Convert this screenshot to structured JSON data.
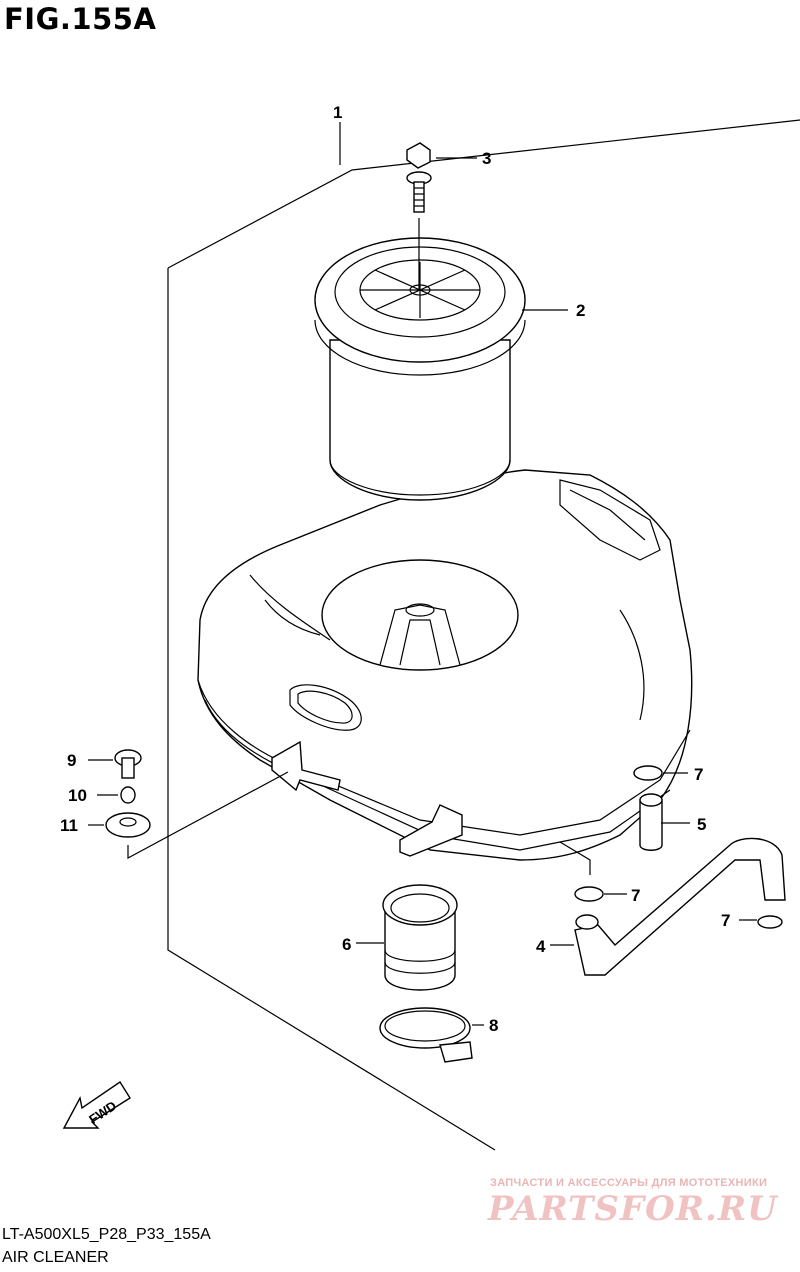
{
  "figure": {
    "title": "FIG.155A",
    "model_code": "LT-A500XL5_P28_P33_155A",
    "section_name": "AIR CLEANER"
  },
  "callouts": {
    "c1": "1",
    "c2": "2",
    "c3": "3",
    "c4": "4",
    "c5": "5",
    "c6": "6",
    "c7a": "7",
    "c7b": "7",
    "c7c": "7",
    "c8": "8",
    "c9": "9",
    "c10": "10",
    "c11": "11"
  },
  "direction_arrow": {
    "label": "FWD"
  },
  "watermark": {
    "tagline": "ЗАПЧАСТИ И АКСЕССУАРЫ ДЛЯ МОТОТЕХНИКИ",
    "logo": "PARTSFOR.RU"
  }
}
